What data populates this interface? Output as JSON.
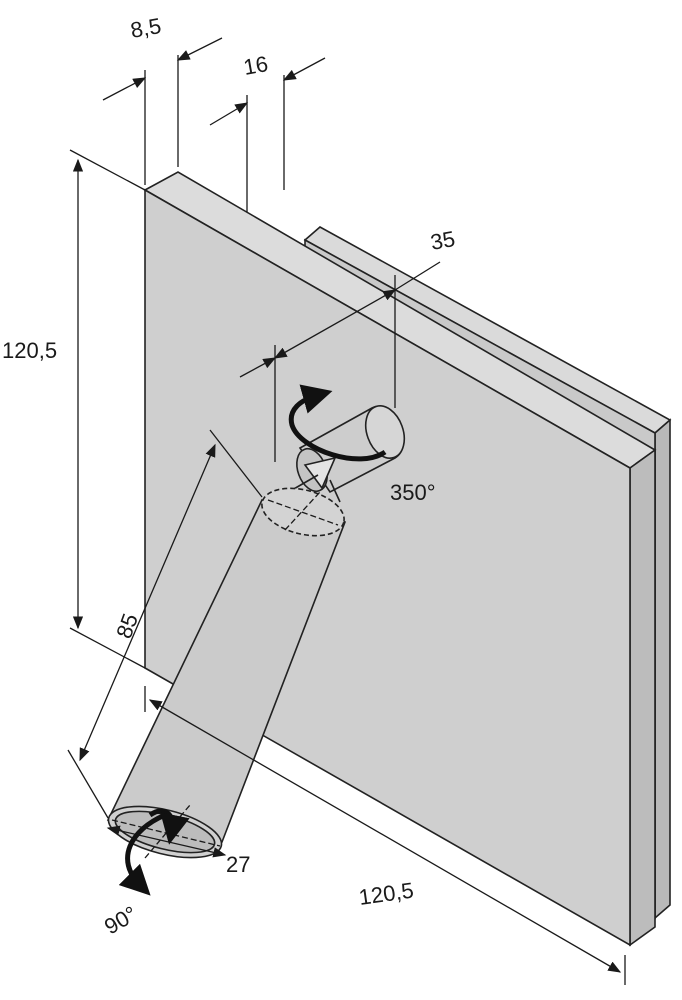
{
  "dimensions": {
    "plate_thickness": "8,5",
    "base_depth": "16",
    "swivel_offset": "35",
    "height": "120,5",
    "width": "120,5",
    "arm_length": "85",
    "tube_diameter": "27",
    "rotation_swivel": "350°",
    "rotation_tube": "90°"
  },
  "colors": {
    "face": "#cfcfcf",
    "side": "#bdbdbd",
    "top": "#dcdcdc",
    "line": "#1a1a1a"
  }
}
